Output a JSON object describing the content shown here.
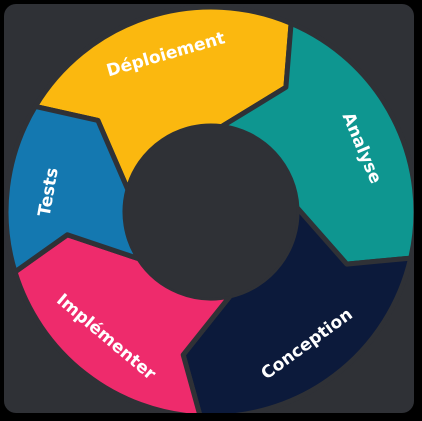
{
  "cycle": {
    "colors": {
      "background": "#2f3136",
      "hub": "#2f3136",
      "outline": "#2f3136"
    },
    "segments": [
      {
        "label": "Déploiement",
        "color": "#fbb80f"
      },
      {
        "label": "Analyse",
        "color": "#0e9690"
      },
      {
        "label": "Conception",
        "color": "#0c1a3b"
      },
      {
        "label": "Implémenter",
        "color": "#ee2b6c"
      },
      {
        "label": "Tests",
        "color": "#1478b0"
      }
    ]
  }
}
